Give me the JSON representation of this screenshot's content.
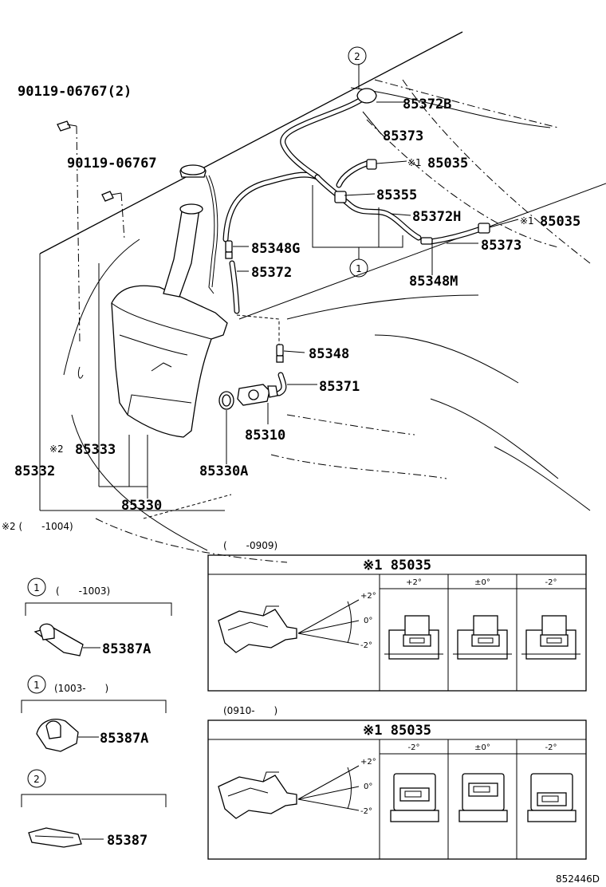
{
  "parts": {
    "bolt_pair": "90119-06767(2)",
    "bolt": "90119-06767",
    "hose_85372B": "85372B",
    "hose_85373_upper": "85373",
    "nozzle_top": "85035",
    "joint_85355": "85355",
    "hose_85372H": "85372H",
    "nozzle_right": "85035",
    "hose_85373_right": "85373",
    "joint_85348G": "85348G",
    "joint_85348M": "85348M",
    "hose_85372": "85372",
    "joint_85348": "85348",
    "hose_85371": "85371",
    "pump": "85310",
    "cap": "85333",
    "inlet": "85332",
    "grommet": "85330A",
    "tank": "85330",
    "clamp_a1": "85387A",
    "clamp_a2": "85387A",
    "clamp": "85387"
  },
  "markers": {
    "asterisk1": "※1",
    "asterisk2": "※2",
    "circle1": "1",
    "circle2": "2"
  },
  "notes": {
    "footnote2": "※2 (　　-1004)",
    "panel1_period": "(　　-0909)",
    "panel2_period": "(0910-　　)",
    "detail1_period": "(　　-1003)",
    "detail2_period": "(1003-　　)",
    "diagram_code": "852446D"
  },
  "panels": {
    "top": {
      "header": "※1 85035",
      "col_labels": [
        "+2°",
        "±0°",
        "-2°"
      ],
      "angle_labels": [
        "+2°",
        "0°",
        "-2°"
      ]
    },
    "bottom": {
      "header": "※1 85035",
      "col_labels": [
        "-2°",
        "±0°",
        "-2°"
      ],
      "angle_labels": [
        "+2°",
        "0°",
        "-2°"
      ]
    }
  }
}
